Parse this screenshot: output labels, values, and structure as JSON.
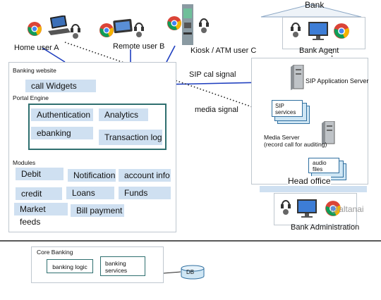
{
  "users": {
    "home": "Home user A",
    "remote": "Remote user B",
    "kiosk": "Kiosk / ATM user C"
  },
  "bank": {
    "title": "Bank",
    "agent": "Bank Agent",
    "head_office": "Head office",
    "administration": "Bank Administration",
    "watermark": "@altanai"
  },
  "website": {
    "title": "Banking website",
    "call_widgets": "call Widgets",
    "portal_engine": "Portal Engine",
    "portal_modules": [
      "Authentication",
      "Analytics",
      "ebanking",
      "Transaction log"
    ],
    "modules_title": "Modules",
    "modules": [
      "Debit",
      "Notification",
      "account info",
      "credit",
      "Loans",
      "Funds",
      "Market feeds",
      "Bill payment"
    ]
  },
  "signals": {
    "sip": "SIP cal signal",
    "media": "media signal"
  },
  "servers": {
    "sip_app": "SIP Application Server",
    "sip_services": [
      "SIP",
      "services"
    ],
    "media_server": [
      "Media Server",
      "(record call for auditing)"
    ],
    "audio_files": [
      "audio",
      "files"
    ]
  },
  "core": {
    "title": "Core Banking",
    "banking_logic": "banking logic",
    "banking_services": [
      "banking",
      "services"
    ],
    "db": "DB"
  }
}
